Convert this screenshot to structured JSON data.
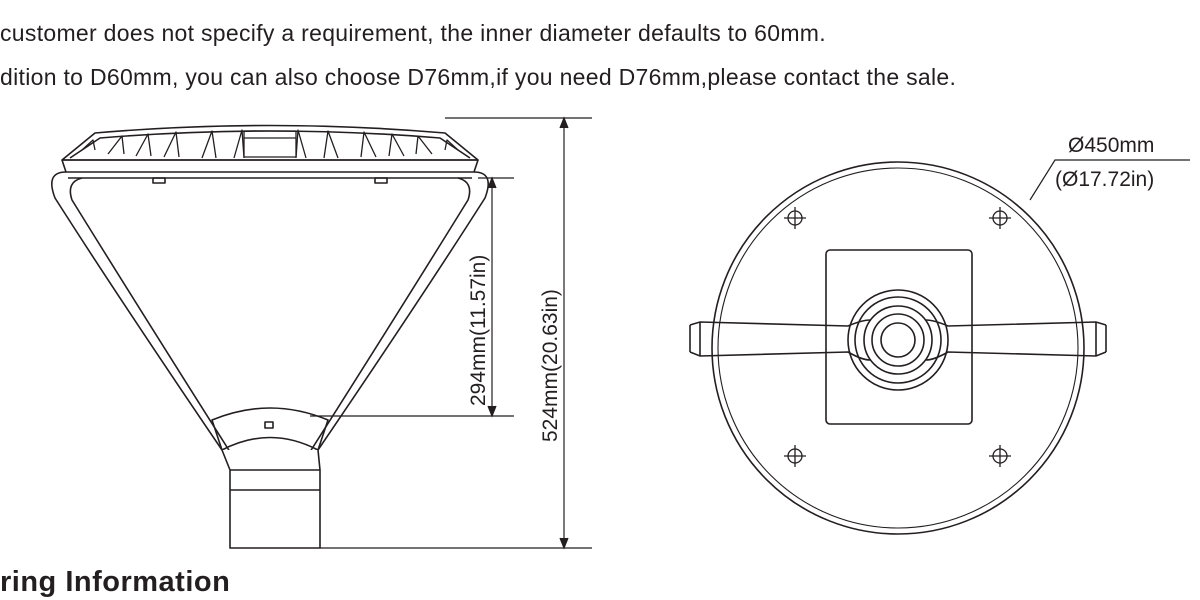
{
  "notes": {
    "line_1": "customer does not specify a requirement, the inner diameter defaults to 60mm.",
    "line_2": "dition to D60mm, you can also choose D76mm,if you need D76mm,please contact the sale."
  },
  "side_view": {
    "overall_height": "524mm(20.63in)",
    "body_height": "294mm(11.57in)"
  },
  "top_view": {
    "diameter_mm": "Ø450mm",
    "diameter_in": "(Ø17.72in)"
  },
  "section_heading": "ring Information"
}
